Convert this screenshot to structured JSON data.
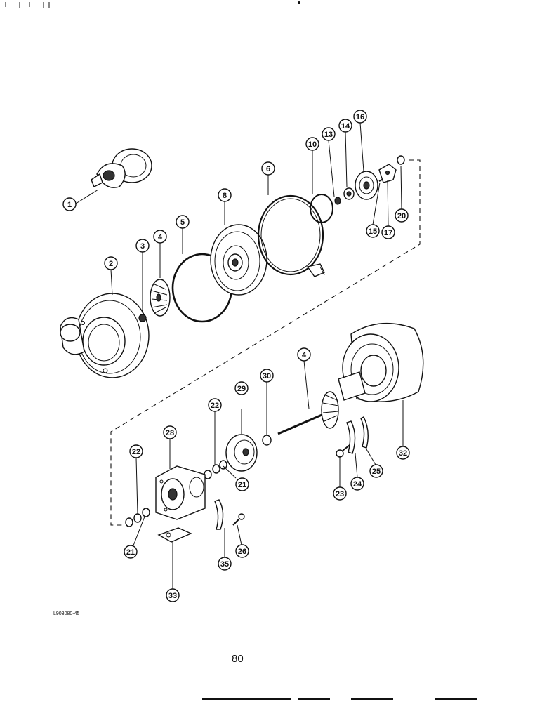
{
  "figure": {
    "drawing_code": "L903080-45",
    "page_number": "80"
  },
  "callouts": [
    "1",
    "2",
    "3",
    "4",
    "5",
    "8",
    "6",
    "10",
    "13",
    "14",
    "16",
    "15",
    "17",
    "20",
    "4",
    "30",
    "29",
    "22",
    "28",
    "22",
    "21",
    "21",
    "32",
    "23",
    "24",
    "25",
    "35",
    "26",
    "33"
  ]
}
